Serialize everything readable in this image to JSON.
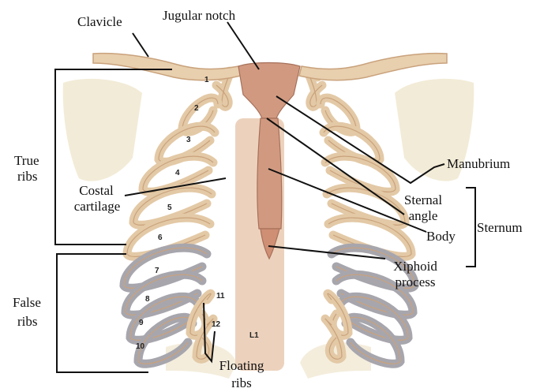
{
  "labels": {
    "clavicle": "Clavicle",
    "jugular_notch": "Jugular notch",
    "true_ribs_1": "True",
    "true_ribs_2": "ribs",
    "costal_cartilage_1": "Costal",
    "costal_cartilage_2": "cartilage",
    "false_ribs_1": "False",
    "false_ribs_2": "ribs",
    "manubrium": "Manubrium",
    "sternal_angle_1": "Sternal",
    "sternal_angle_2": "angle",
    "body": "Body",
    "sternum": "Sternum",
    "xiphoid_1": "Xiphoid",
    "xiphoid_2": "process",
    "floating_ribs_1": "Floating",
    "floating_ribs_2": "ribs"
  },
  "rib_numbers": [
    "1",
    "2",
    "3",
    "4",
    "5",
    "6",
    "7",
    "8",
    "9",
    "10",
    "11",
    "12"
  ],
  "vertebra_label": "L1",
  "colors": {
    "bone": "#e3c9a6",
    "bone_shadow": "#c9a27c",
    "cartilage": "#a8a6ad",
    "sternum": "#d19a80",
    "shoulder_blade": "#efe6cd",
    "leader": "#111111"
  }
}
